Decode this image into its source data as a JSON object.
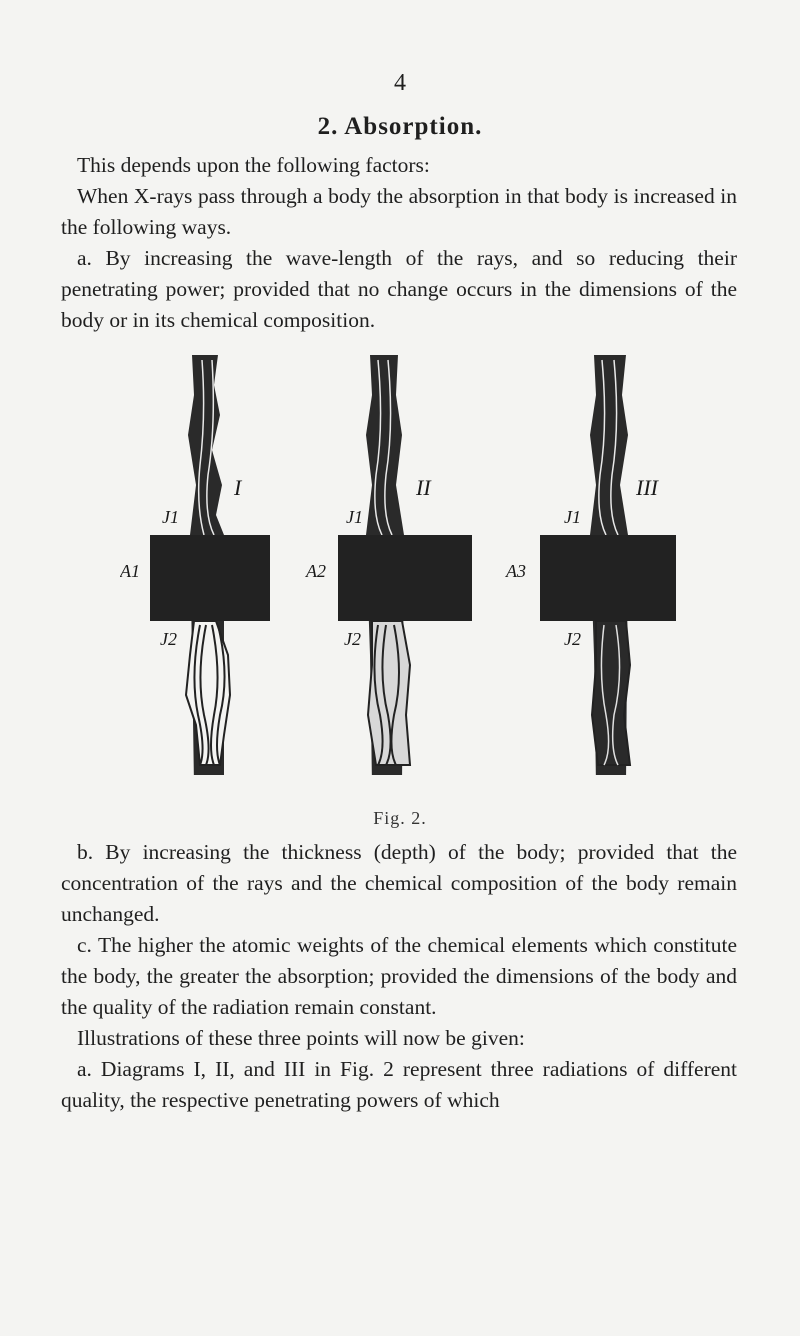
{
  "page": {
    "number": "4",
    "heading": "2. Absorption."
  },
  "paragraphs_top": [
    "This depends upon the following factors:",
    "When X-rays pass through a body the absorption in that body is increased in the following ways.",
    "a. By increasing the wave-length of the rays, and so reducing their penetrating power; provided that no change occurs in the dimensions of the body or in its chemical composition."
  ],
  "figure": {
    "caption": "Fig. 2.",
    "diagrams": [
      {
        "numeral": "I",
        "absorber": "A1",
        "incident": "J1",
        "transmitted": "J2"
      },
      {
        "numeral": "II",
        "absorber": "A2",
        "incident": "J1",
        "transmitted": "J2"
      },
      {
        "numeral": "III",
        "absorber": "A3",
        "incident": "J1",
        "transmitted": "J2"
      }
    ]
  },
  "paragraphs_bottom": [
    "b. By increasing the thickness (depth) of the body; provided that the concentration of the rays and the chemical composition of the body remain unchanged.",
    "c. The higher the atomic weights of the chemical elements which constitute the body, the greater the absorption; provided the dimensions of the body and the quality of the radiation remain constant.",
    "Illustrations of these three points will now be given:",
    "a. Diagrams I, II, and III in Fig. 2 represent three radiations of different quality, the respective penetrating powers of which"
  ]
}
